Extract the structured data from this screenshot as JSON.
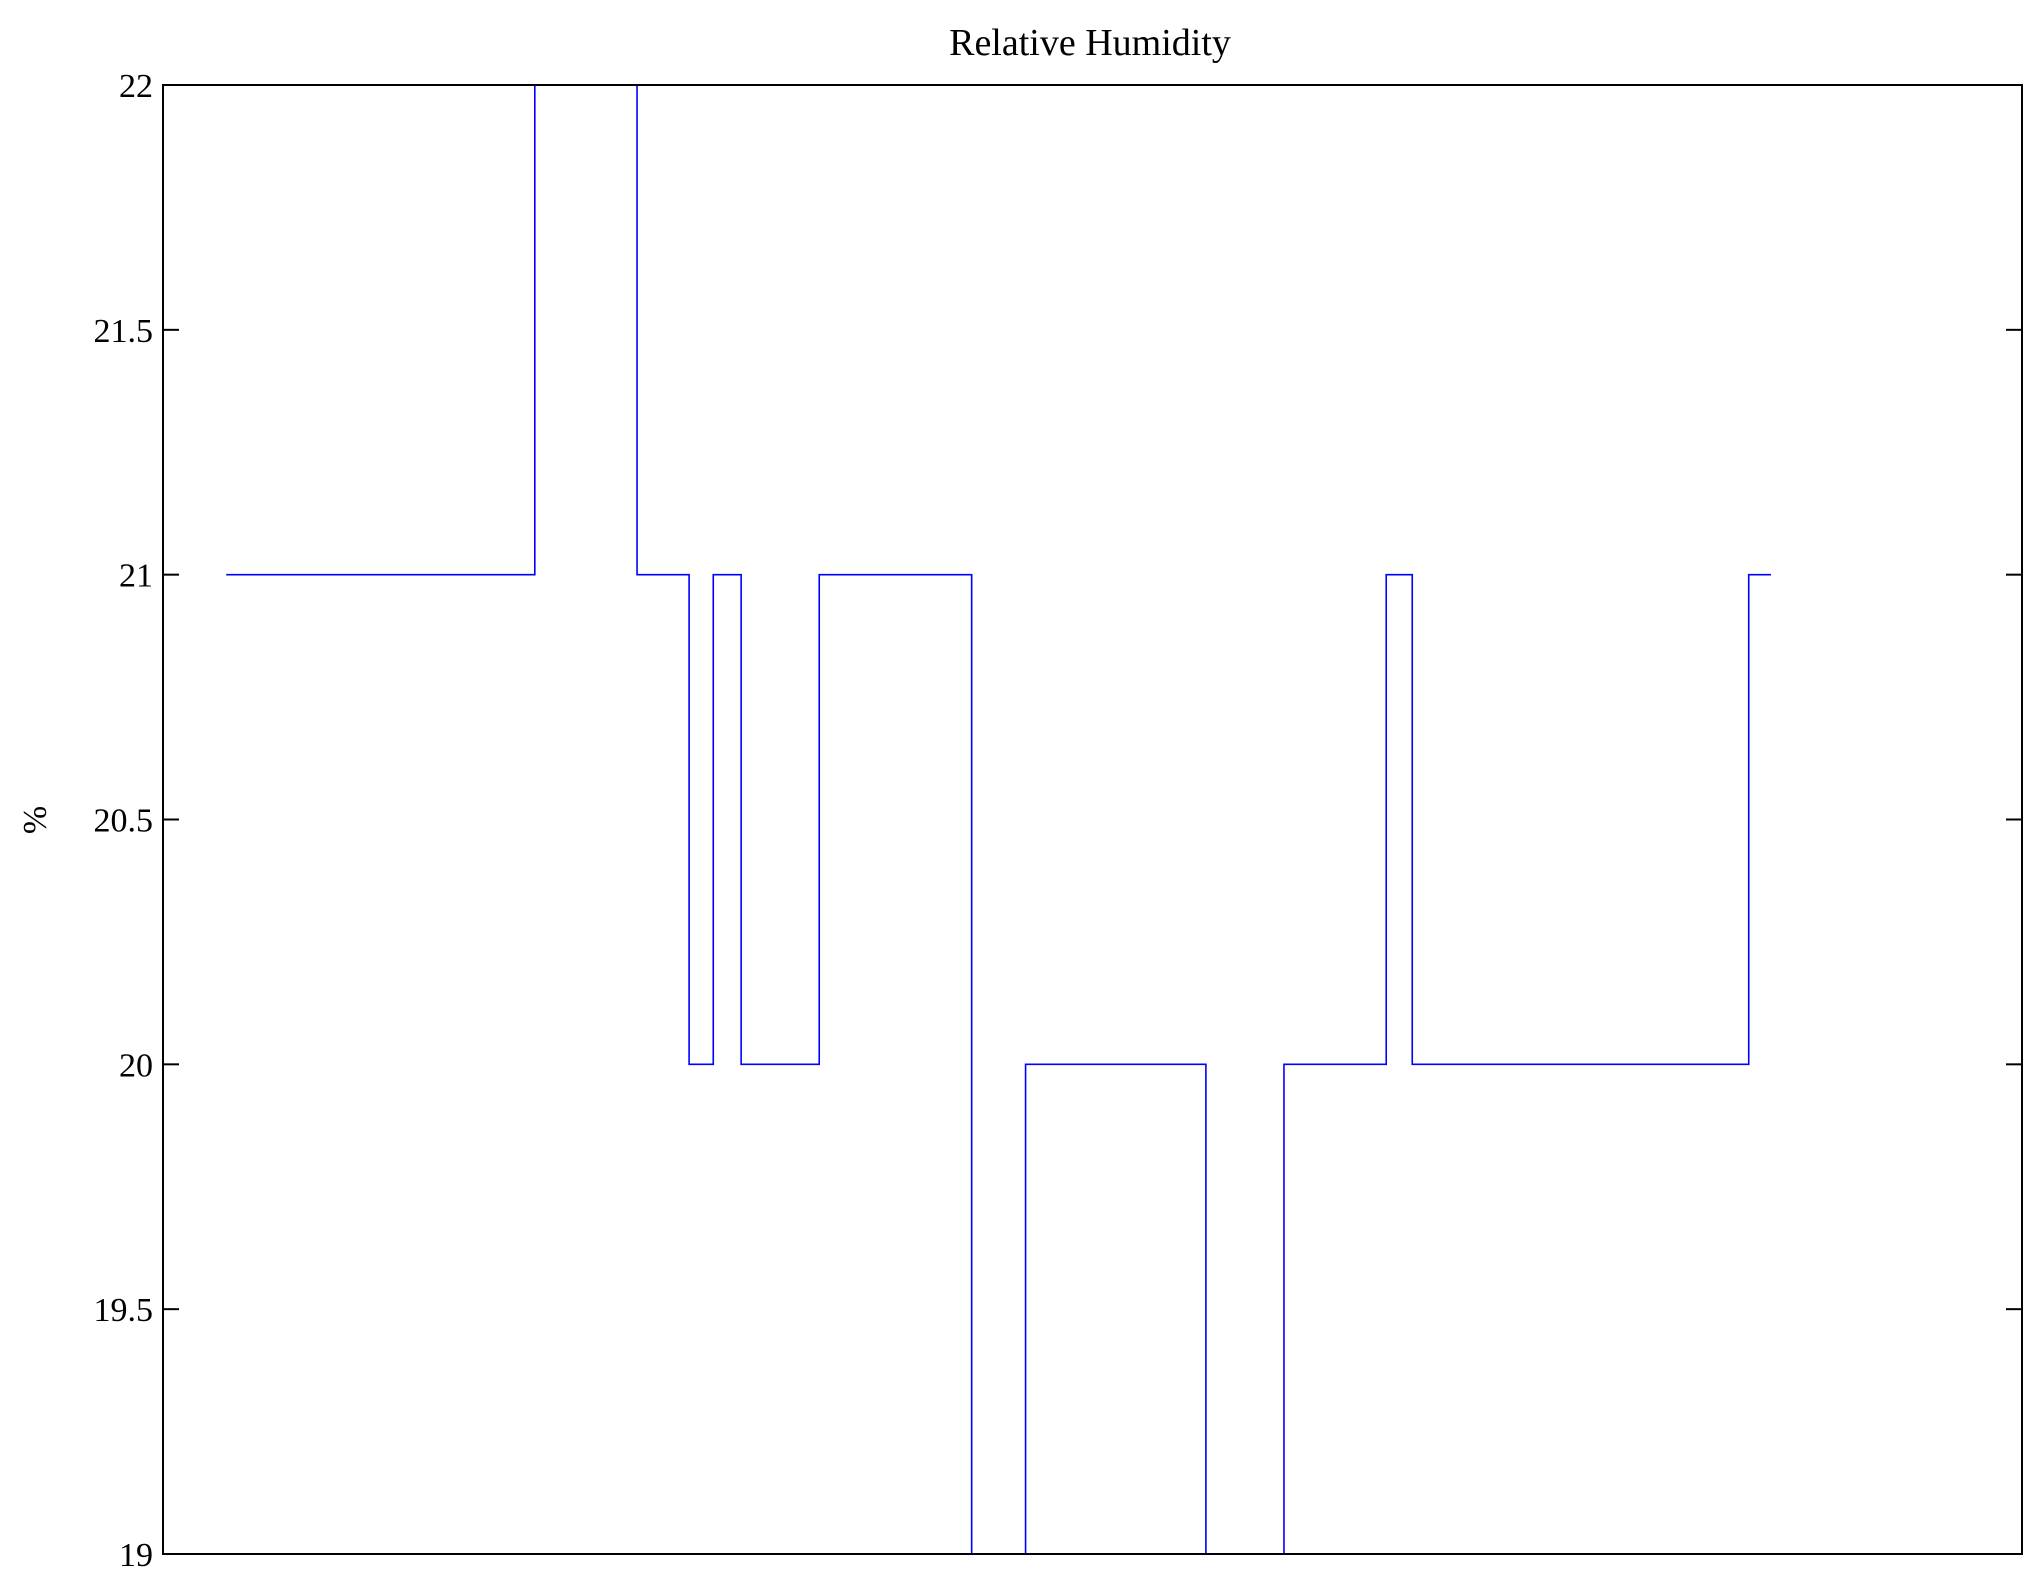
{
  "chart_data": {
    "type": "line",
    "style": "step",
    "title": "Relative Humidity",
    "xlabel": "",
    "ylabel": "%",
    "xlim": [
      0,
      1000
    ],
    "ylim": [
      19,
      22
    ],
    "yticks": [
      19,
      19.5,
      20,
      20.5,
      21,
      21.5,
      22
    ],
    "ytick_labels": [
      "19",
      "19.5",
      "20",
      "20.5",
      "21",
      "21.5",
      "22"
    ],
    "xticks": [],
    "grid": false,
    "legend": null,
    "series": [
      {
        "name": "Relative Humidity",
        "color": "#0000ff",
        "x": [
          34,
          200,
          255,
          283,
          296,
          311,
          353,
          435,
          464,
          561,
          603,
          658,
          672,
          853,
          865
        ],
        "y": [
          21,
          22,
          21,
          20,
          21,
          20,
          21,
          19,
          20,
          19,
          20,
          21,
          20,
          21,
          21
        ]
      }
    ]
  }
}
